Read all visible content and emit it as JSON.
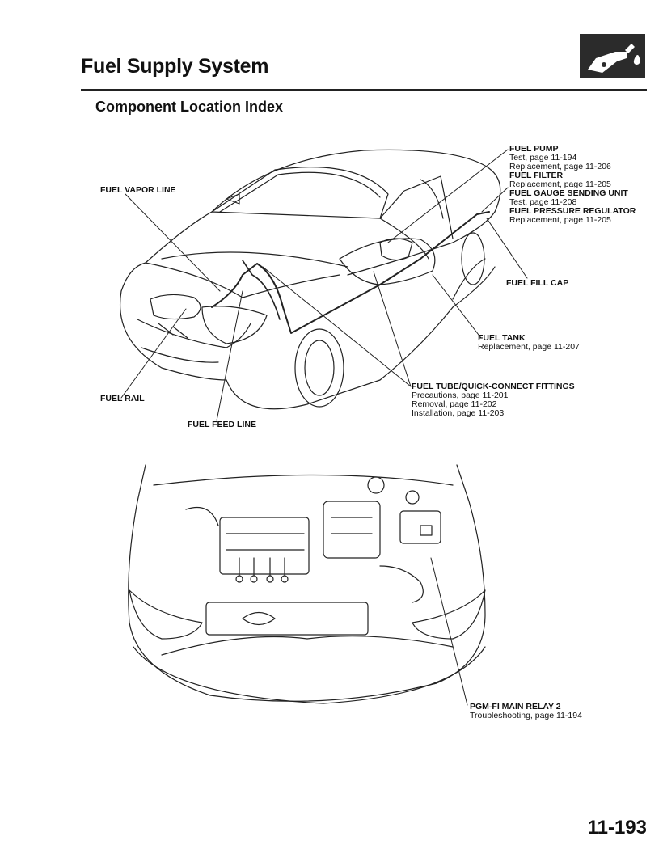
{
  "header": {
    "title": "Fuel Supply System",
    "section_icon": "fuel-pump-nozzle-icon",
    "subtitle": "Component Location Index"
  },
  "callouts": {
    "fuel_pump": {
      "name": "FUEL PUMP",
      "refs": [
        "Test, page 11-194",
        "Replacement, page 11-206"
      ]
    },
    "fuel_filter": {
      "name": "FUEL FILTER",
      "refs": [
        "Replacement, page 11-205"
      ]
    },
    "fuel_gauge": {
      "name": "FUEL GAUGE SENDING UNIT",
      "refs": [
        "Test, page 11-208"
      ]
    },
    "fuel_pressure": {
      "name": "FUEL PRESSURE REGULATOR",
      "refs": [
        "Replacement, page 11-205"
      ]
    },
    "fuel_vapor_line": {
      "name": "FUEL VAPOR LINE"
    },
    "fuel_fill_cap": {
      "name": "FUEL FILL CAP"
    },
    "fuel_tank": {
      "name": "FUEL TANK",
      "refs": [
        "Replacement, page 11-207"
      ]
    },
    "fuel_tube": {
      "name": "FUEL TUBE/QUICK-CONNECT FITTINGS",
      "refs": [
        "Precautions, page 11-201",
        "Removal, page 11-202",
        "Installation, page 11-203"
      ]
    },
    "fuel_rail": {
      "name": "FUEL RAIL"
    },
    "fuel_feed_line": {
      "name": "FUEL FEED LINE"
    },
    "pgm_fi_relay": {
      "name": "PGM-FI MAIN RELAY 2",
      "refs": [
        "Troubleshooting, page 11-194"
      ]
    }
  },
  "footer": {
    "page_number": "11-193"
  }
}
